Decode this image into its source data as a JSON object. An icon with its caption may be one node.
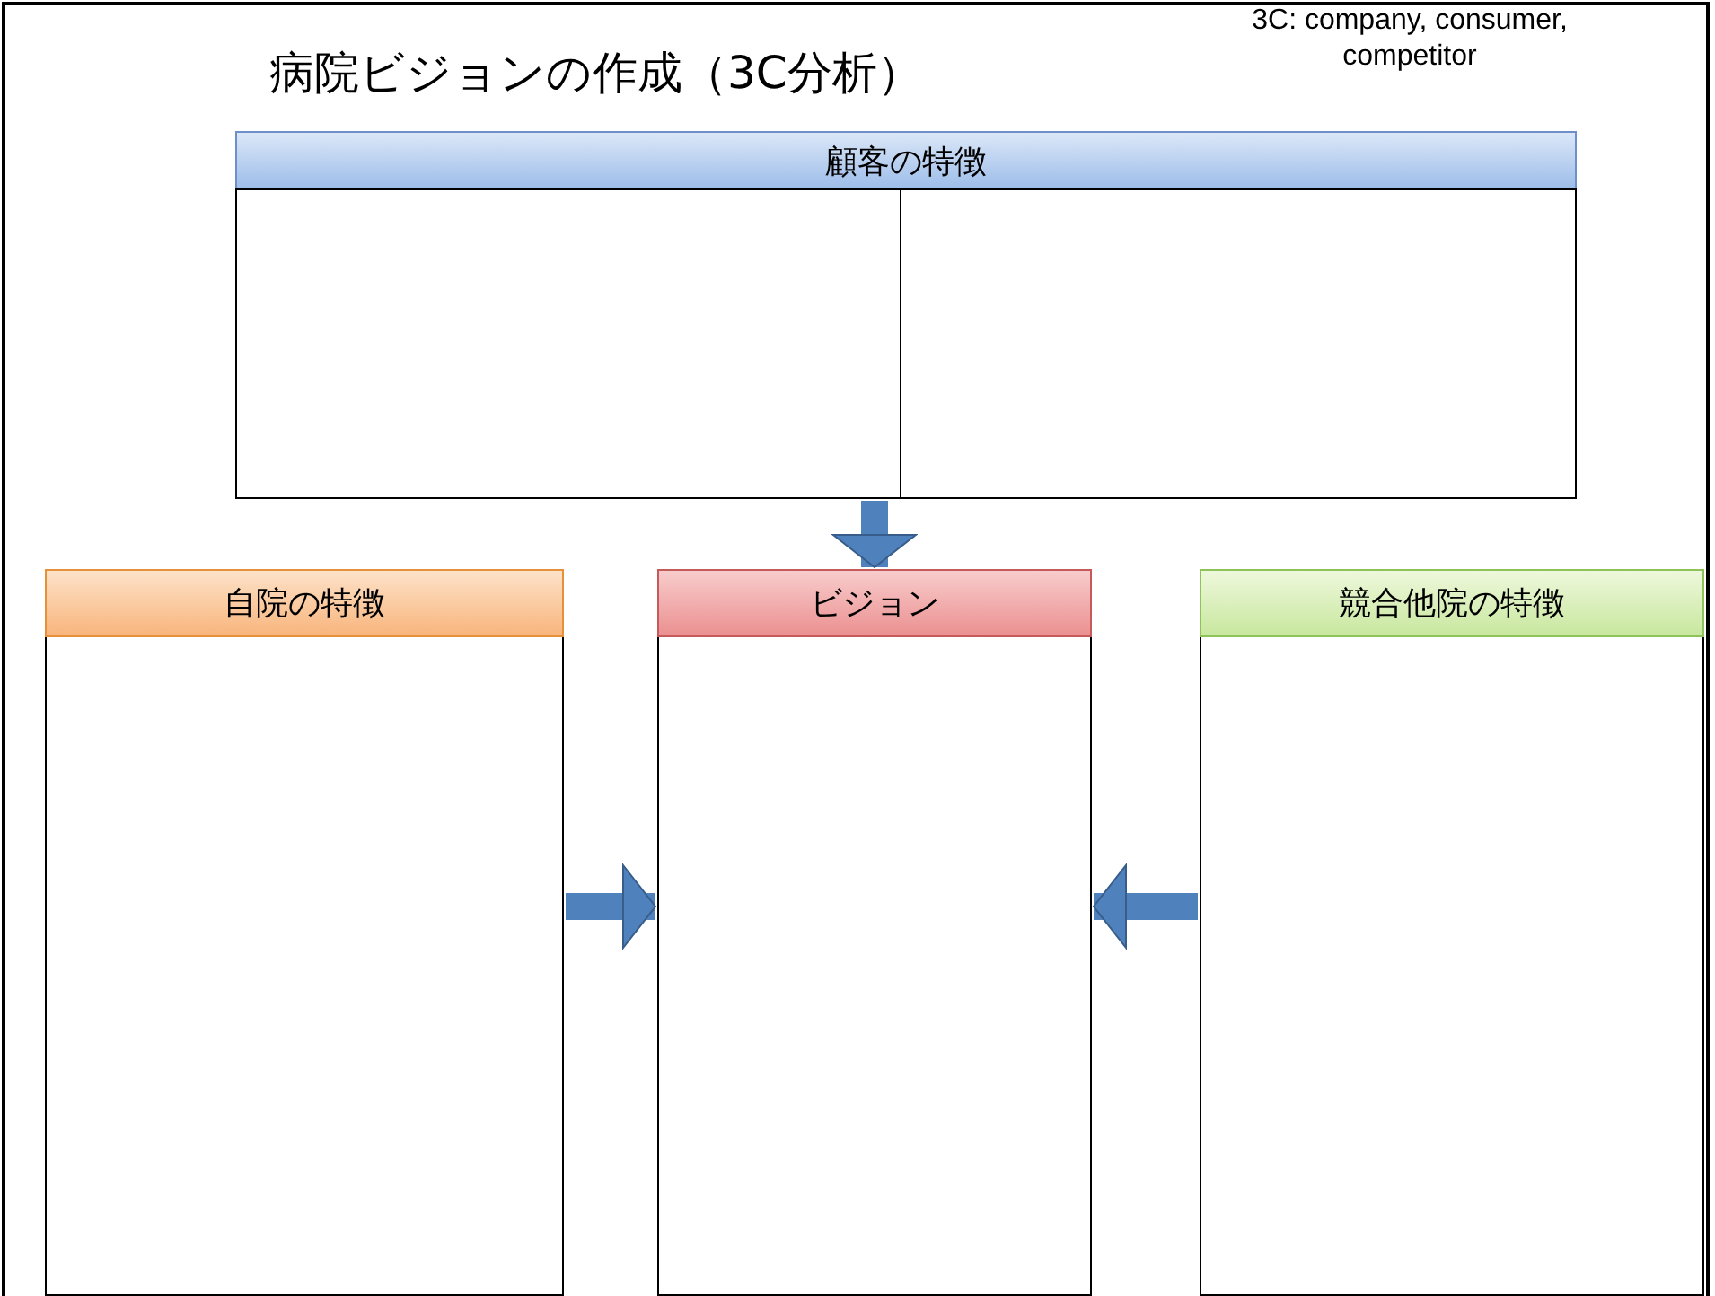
{
  "diagram": {
    "title": "病院ビジョンの作成（3C分析）",
    "nodes": [
      {
        "text": [
          "顧客の特徴"
        ]
      },
      {
        "text": [],
        "shape": "box",
        "in": 0
      },
      {
        "text": [],
        "shape": "box",
        "in": 0
      },
      {
        "text": [
          "自院の特徴"
        ]
      },
      {
        "text": [
          "ビジョン"
        ]
      },
      {
        "text": [
          "競合他院の特徴"
        ]
      }
    ],
    "edges": [
      {
        "from": 0,
        "to": 4,
        "arrow": "to"
      },
      {
        "from": 3,
        "to": 4,
        "arrow": "to"
      },
      {
        "from": 5,
        "to": 4,
        "arrow": "to"
      }
    ],
    "labels": [
      "3C: company, consumer, competitor"
    ]
  }
}
